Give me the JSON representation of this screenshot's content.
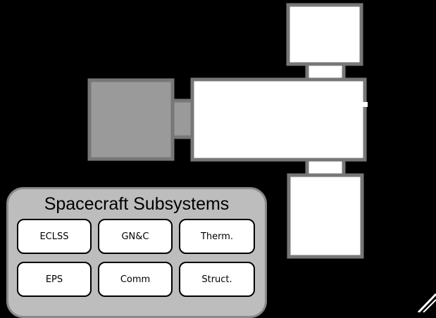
{
  "colors": {
    "background": "#000000",
    "module_fill": "#ffffff",
    "module_stroke": "#777777",
    "service_module_fill": "#9a9a9a",
    "panel_fill": "#bdbdbd",
    "panel_stroke": "#8a8a8a"
  },
  "subsystems": {
    "title": "Spacecraft Subsystems",
    "items": [
      {
        "label": "ECLSS"
      },
      {
        "label": "GN&C"
      },
      {
        "label": "Therm."
      },
      {
        "label": "EPS"
      },
      {
        "label": "Comm"
      },
      {
        "label": "Struct."
      }
    ]
  }
}
